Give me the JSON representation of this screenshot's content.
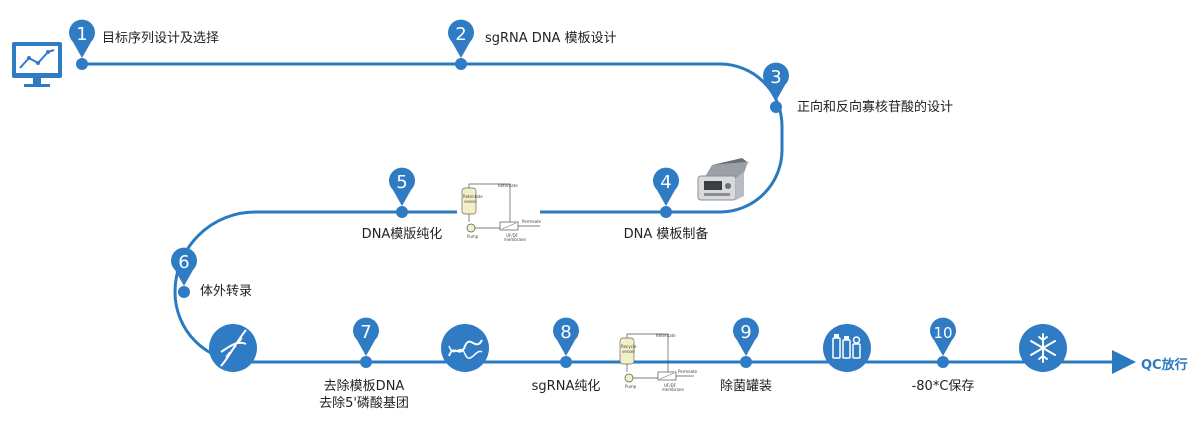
{
  "colors": {
    "line": "#2a7ac0",
    "pin": "#2f7cc4",
    "node": "#2f7cc4",
    "badge": "#2f7cc4",
    "text": "#222222",
    "end_text": "#2a7ac0"
  },
  "steps": [
    {
      "num": "1",
      "label": "目标序列设计及选择"
    },
    {
      "num": "2",
      "label": "sgRNA DNA 模板设计"
    },
    {
      "num": "3",
      "label": "正向和反向寡核苷酸的设计"
    },
    {
      "num": "4",
      "label": "DNA 模板制备"
    },
    {
      "num": "5",
      "label": "DNA模版纯化"
    },
    {
      "num": "6",
      "label": "体外转录"
    },
    {
      "num": "7",
      "label": "去除模板DNA",
      "label2": "去除5'磷酸基团"
    },
    {
      "num": "8",
      "label": "sgRNA纯化"
    },
    {
      "num": "9",
      "label": "除菌罐装"
    },
    {
      "num": "10",
      "label": "-80*C保存"
    }
  ],
  "end_label": "QC放行",
  "icons": [
    "monitor-chart-icon",
    "thermal-cycler-icon",
    "purification-setup-icon",
    "dna-helix-icon",
    "rna-strand-icon",
    "vials-icon",
    "snowflake-icon"
  ]
}
